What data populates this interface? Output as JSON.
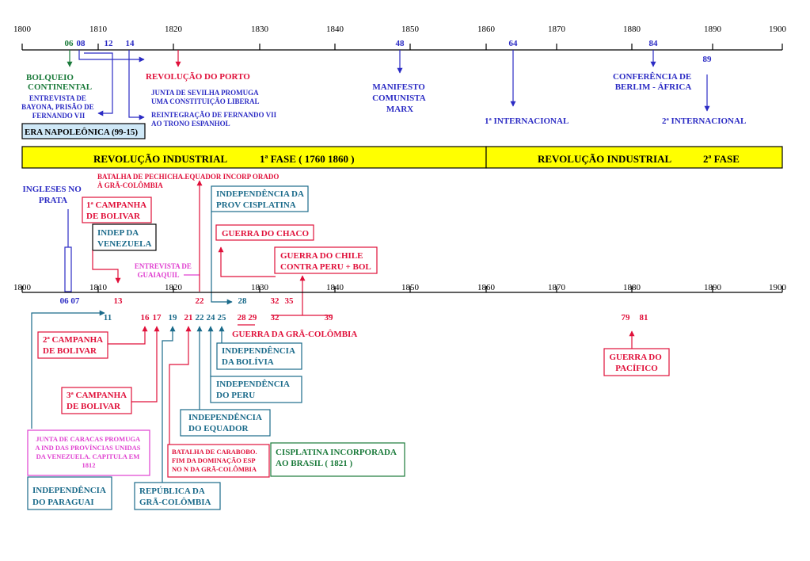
{
  "colors": {
    "blue": "#2b2bc4",
    "green": "#1a7a3a",
    "red": "#e0103a",
    "teal": "#1a6a8a",
    "magenta": "#e040d0",
    "darkred": "#cc1040",
    "yellow": "#ffff00"
  },
  "top_axis": {
    "years": [
      "1800",
      "1810",
      "1820",
      "1830",
      "1840",
      "1850",
      "1860",
      "1870",
      "1880",
      "1890",
      "1900"
    ],
    "markers": {
      "m06": "06",
      "m08": "08",
      "m12": "12",
      "m14": "14",
      "m48": "48",
      "m64": "64",
      "m84": "84",
      "m89": "89"
    }
  },
  "events_top": {
    "bloqueio": [
      "BOLQUEIO",
      "CONTINENTAL"
    ],
    "bayona": [
      "ENTREVISTA DE",
      "BAYONA, PRISÃO DE",
      "FERNANDO VII"
    ],
    "era_napoleonica": "ERA NAPOLEÔNICA (99-15)",
    "revolucao_porto": "REVOLUÇÃO DO PORTO",
    "junta_sevilha": [
      "JUNTA DE SEVILHA PROMUGA",
      "UMA CONSTITUIÇÃO LIBERAL"
    ],
    "reintegracao": [
      "REINTEGRAÇÃO DE FERNANDO VII",
      "AO TRONO ESPANHOL"
    ],
    "manifesto": [
      "MANIFESTO",
      "COMUNISTA",
      "MARX"
    ],
    "internacional_1": "1ª INTERNACIONAL",
    "conferencia": [
      "CONFERÊNCIA DE",
      "BERLIM - ÁFRICA"
    ],
    "internacional_2": "2ª INTERNACIONAL"
  },
  "band": {
    "fase1_label": "REVOLUÇÃO INDUSTRIAL",
    "fase1_detail": "1ª FASE  ( 1760 1860 )",
    "fase2_label": "REVOLUÇÃO INDUSTRIAL",
    "fase2_detail": "2ª FASE"
  },
  "bottom_axis": {
    "years": [
      "1800",
      "1810",
      "1820",
      "1830",
      "1840",
      "1850",
      "1860",
      "1870",
      "1880",
      "1890",
      "1900"
    ],
    "markers_above": {
      "m06_07": "06 07",
      "m13": "13",
      "m22": "22",
      "m28": "28",
      "m32": "32",
      "m35": "35"
    },
    "markers_below": {
      "m11": "11",
      "m16": "16",
      "m17": "17",
      "m19": "19",
      "m21": "21",
      "m22": "22",
      "m24": "24",
      "m25": "25",
      "m28_29": "28 29",
      "m32": "32",
      "m39": "39",
      "m79": "79",
      "m81": "81"
    }
  },
  "events_mid": {
    "pechicha": [
      "BATALHA DE PECHICHA.EQUADOR INCORP ORADO",
      "À GRÃ-COLÔMBIA"
    ],
    "ingleses": [
      "INGLESES NO",
      "PRATA"
    ],
    "campanha_1": [
      "1ª CAMPANHA",
      "DE BOLIVAR"
    ],
    "indep_venezuela": [
      "INDEP DA",
      "VENEZUELA"
    ],
    "guaiaquil": [
      "ENTREVISTA DE",
      "GUAIAQUIL"
    ],
    "indep_cisplatina": [
      "INDEPENDÊNCIA DA",
      "PROV CISPLATINA"
    ],
    "guerra_chaco": "GUERRA DO CHACO",
    "guerra_chile": [
      "GUERRA DO CHILE",
      "CONTRA PERU + BOL"
    ]
  },
  "events_bottom": {
    "guerra_gran_colombia": "GUERRA DA GRÃ-COLÔMBIA",
    "campanha_2": [
      "2ª CAMPANHA",
      "DE BOLIVAR"
    ],
    "campanha_3": [
      "3ª CAMPANHA",
      "DE BOLIVAR"
    ],
    "indep_bolivia": [
      "INDEPENDÊNCIA",
      "DA BOLÍVIA"
    ],
    "indep_peru": [
      "INDEPENDÊNCIA",
      "DO PERU"
    ],
    "indep_equador": [
      "INDEPENDÊNCIA",
      "DO EQUADOR"
    ],
    "junta_caracas": [
      "JUNTA DE CARACAS PROMUGA",
      "A IND DAS PROVÍNCIAS UNIDAS",
      "DA VENEZUELA. CAPITULA EM",
      "1812"
    ],
    "carabobo": [
      "BATALHA DE CARABOBO.",
      "FIM DA DOMINAÇÃO ESP",
      "NO N DA GRÃ-COLÔMBIA"
    ],
    "cisplatina_incorporada": [
      "CISPLATINA INCORPORADA",
      "AO BRASIL ( 1821 )"
    ],
    "indep_paraguai": [
      "INDEPENDÊNCIA",
      "DO PARAGUAI"
    ],
    "republica_gran_colombia": [
      "REPÚBLICA DA",
      "GRÃ-COLÔMBIA"
    ],
    "guerra_pacifico": [
      "GUERRA DO",
      "PACÍFICO"
    ]
  }
}
